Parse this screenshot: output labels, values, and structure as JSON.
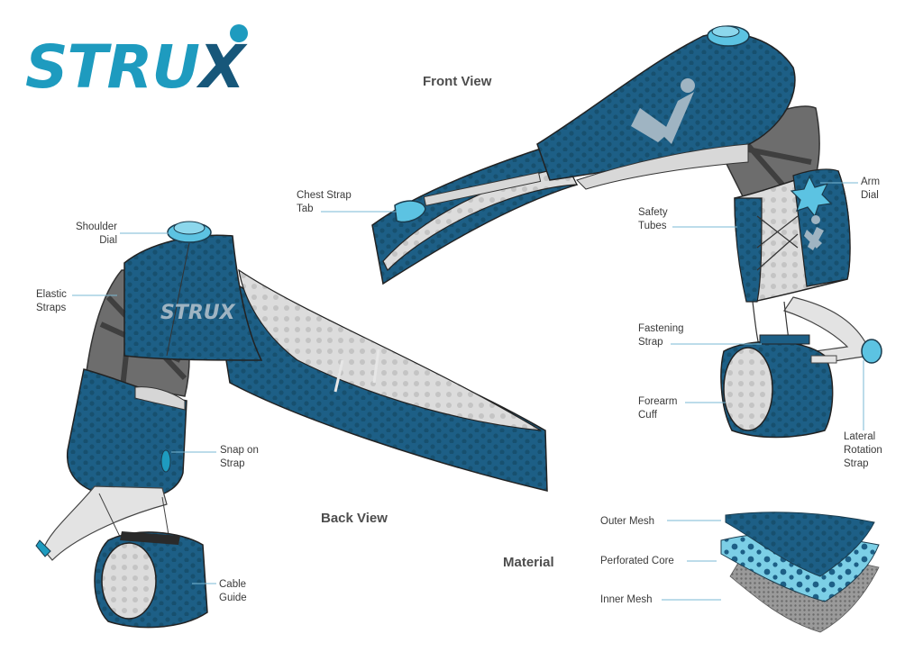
{
  "brand": {
    "logo_main": "STRU",
    "logo_end": "X",
    "colors": {
      "cyan": "#1e9bbf",
      "navy": "#17577a",
      "mesh": "#1d5f86",
      "accent": "#5cc3e2",
      "light": "#d9d9d9"
    }
  },
  "views": {
    "front_view": "Front View",
    "back_view": "Back View",
    "material": "Material"
  },
  "back_view_labels": {
    "shoulder_dial": [
      "Shoulder",
      "Dial"
    ],
    "elastic_straps": [
      "Elastic",
      "Straps"
    ],
    "snap_on_strap": [
      "Snap on",
      "Strap"
    ],
    "cable_guide": [
      "Cable",
      "Guide"
    ],
    "brace_print": "STRUX"
  },
  "front_view_labels": {
    "chest_strap_tab": [
      "Chest Strap",
      "Tab"
    ],
    "arm_dial": [
      "Arm",
      "Dial"
    ],
    "safety_tubes": [
      "Safety",
      "Tubes"
    ],
    "fastening_strap": [
      "Fastening",
      "Strap"
    ],
    "forearm_cuff": [
      "Forearm",
      "Cuff"
    ],
    "lateral_rotation_strap": [
      "Lateral",
      "Rotation",
      "Strap"
    ]
  },
  "material_layers": {
    "outer_mesh": "Outer Mesh",
    "perforated_core": "Perforated Core",
    "inner_mesh": "Inner Mesh"
  }
}
